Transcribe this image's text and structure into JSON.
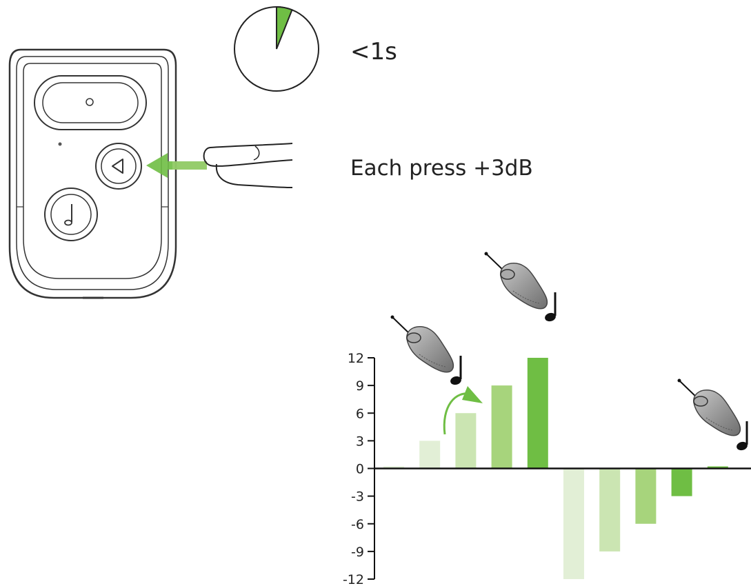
{
  "timer": {
    "label": "<1s",
    "fraction": 0.06
  },
  "instruction": {
    "label": "Each press +3dB"
  },
  "icons": {
    "remote": "roger-remote-control-icon",
    "timer": "timer-pie-icon",
    "finger": "finger-press-icon",
    "arrow": "press-arrow-icon",
    "earpiece": "roger-earpiece-icon",
    "note": "music-note-icon"
  },
  "remote_buttons": [
    "power-button",
    "volume-button",
    "music-button"
  ],
  "colors": {
    "accent": "#6fbe44",
    "bar_levels": [
      "#e2efd6",
      "#cbe5b2",
      "#a7d47c",
      "#6fbe44"
    ]
  },
  "chart_data": {
    "type": "bar",
    "ylim": [
      -12,
      12
    ],
    "y_ticks": [
      "12",
      "9",
      "6",
      "3",
      "0",
      "-3",
      "-6",
      "-9",
      "-12"
    ],
    "values": [
      0,
      3,
      6,
      9,
      12,
      -12,
      -9,
      -6,
      -3,
      0
    ],
    "shade_index": [
      0,
      0,
      1,
      2,
      3,
      0,
      1,
      2,
      3,
      3
    ]
  }
}
